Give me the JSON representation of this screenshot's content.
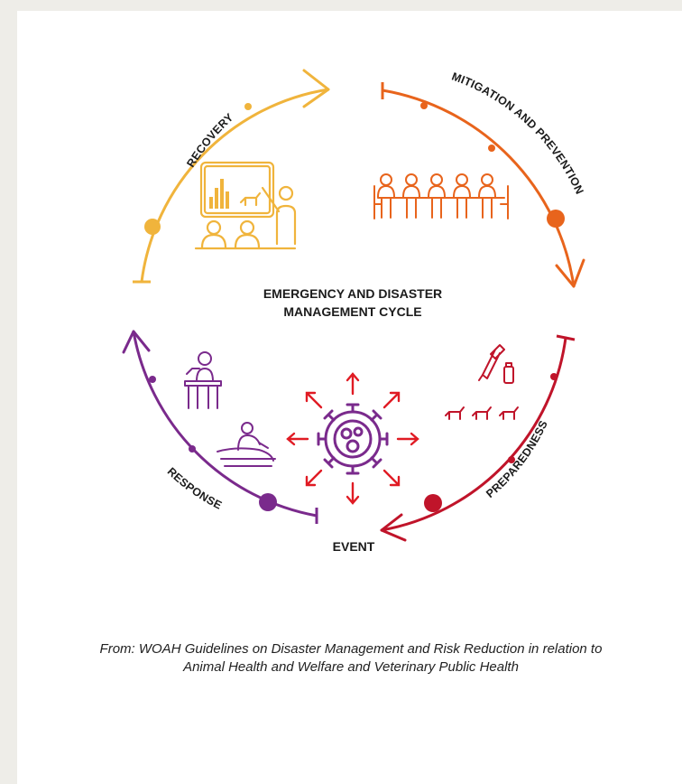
{
  "diagram": {
    "title_line1": "EMERGENCY AND DISASTER",
    "title_line2": "MANAGEMENT CYCLE",
    "event_label": "EVENT",
    "phases": [
      {
        "id": "recovery",
        "label": "RECOVERY",
        "color": "#f0b43c"
      },
      {
        "id": "mitigation",
        "label": "MITIGATION AND PREVENTION",
        "color": "#e8641c"
      },
      {
        "id": "preparedness",
        "label": "PREPAREDNESS",
        "color": "#c0142a"
      },
      {
        "id": "response",
        "label": "RESPONSE",
        "color": "#7a2a8c"
      }
    ],
    "event_color": "#7a2a8c",
    "event_arrow_color": "#e01b24"
  },
  "caption": {
    "text": "From: WOAH Guidelines on Disaster Management and Risk Reduction in relation to Animal Health and Welfare and Veterinary Public Health"
  }
}
